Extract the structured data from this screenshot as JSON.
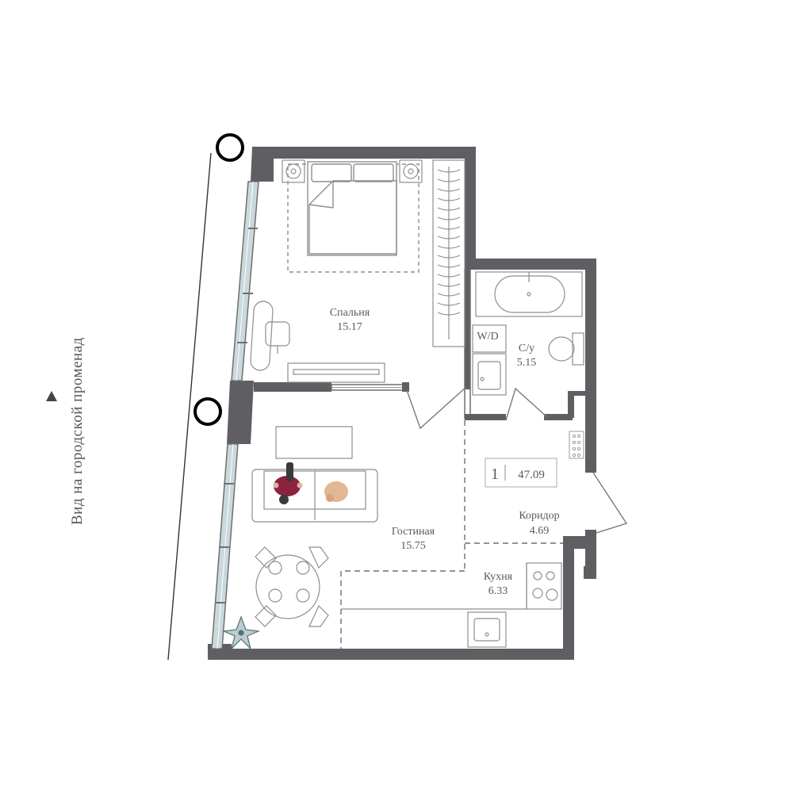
{
  "view_direction": {
    "label": "Вид на городской променад"
  },
  "rooms": {
    "bedroom": {
      "name": "Спальня",
      "area": "15.17"
    },
    "bathroom": {
      "name": "С/у",
      "area": "5.15"
    },
    "washer": {
      "name": "W/D"
    },
    "corridor": {
      "name": "Коридор",
      "area": "4.69"
    },
    "living": {
      "name": "Гостиная",
      "area": "15.75"
    },
    "kitchen": {
      "name": "Кухня",
      "area": "6.33"
    }
  },
  "apartment_badge": {
    "rooms_count": "1",
    "total_area": "47.09"
  },
  "colors": {
    "wall": "#5f5f63",
    "line": "#9a9a9a",
    "glass": "#c9d9de",
    "accent": "#8c2140",
    "cat": "#e2b793"
  }
}
